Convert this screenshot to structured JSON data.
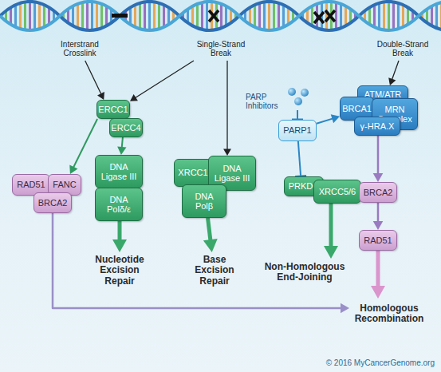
{
  "diagram": {
    "nodes": [
      {
        "text": [
          "Interstrand Crosslink"
        ]
      },
      {
        "text": [
          "Single-Strand Break"
        ]
      },
      {
        "text": [
          "Double-Strand Break"
        ]
      },
      {
        "text": [
          "ERCC1"
        ]
      },
      {
        "text": [
          "ERCC4"
        ]
      },
      {
        "text": [
          "RAD51"
        ]
      },
      {
        "text": [
          "FANC"
        ]
      },
      {
        "text": [
          "BRCA2"
        ]
      },
      {
        "text": [
          "DNA Ligase III"
        ]
      },
      {
        "text": [
          "DNA Polδ/ε"
        ]
      },
      {
        "text": [
          "XRCC1"
        ]
      },
      {
        "text": [
          "DNA Ligase III"
        ]
      },
      {
        "text": [
          "DNA Polβ"
        ]
      },
      {
        "text": [
          "PARP Inhibitors"
        ]
      },
      {
        "text": [
          "PARP1"
        ]
      },
      {
        "text": [
          "ATM/ATR"
        ]
      },
      {
        "text": [
          "BRCA1"
        ]
      },
      {
        "text": [
          "MRN Complex"
        ]
      },
      {
        "text": [
          "γ-HRA.X"
        ]
      },
      {
        "text": [
          "PRKDC"
        ]
      },
      {
        "text": [
          "XRCC5/6"
        ]
      },
      {
        "text": [
          "BRCA2"
        ]
      },
      {
        "text": [
          "RAD51"
        ]
      },
      {
        "text": [
          "Nucleotide Excision Repair"
        ]
      },
      {
        "text": [
          "Base Excision Repair"
        ]
      },
      {
        "text": [
          "Non-Homologous End-Joining"
        ]
      },
      {
        "text": [
          "Homologous Recombination"
        ]
      }
    ],
    "edges": [
      {
        "from": 0,
        "to": 3,
        "arrow": "to"
      },
      {
        "from": 1,
        "to": 3,
        "arrow": "to"
      },
      {
        "from": 1,
        "to": 11,
        "arrow": "to"
      },
      {
        "from": 2,
        "to": 15,
        "arrow": "to"
      },
      {
        "from": 3,
        "to": 6,
        "arrow": "to"
      },
      {
        "from": 4,
        "to": 8,
        "arrow": "to"
      },
      {
        "from": 9,
        "to": 23,
        "arrow": "to"
      },
      {
        "from": 12,
        "to": 24,
        "arrow": "to"
      },
      {
        "from": 13,
        "to": 14,
        "arrow": "to"
      },
      {
        "from": 14,
        "to": 19,
        "arrow": "to"
      },
      {
        "from": 14,
        "to": 16,
        "arrow": "to"
      },
      {
        "from": 20,
        "to": 25,
        "arrow": "to"
      },
      {
        "from": 18,
        "to": 21,
        "arrow": "to"
      },
      {
        "from": 21,
        "to": 22,
        "arrow": "to"
      },
      {
        "from": 22,
        "to": 26,
        "arrow": "to"
      },
      {
        "from": 7,
        "to": 26,
        "arrow": "to"
      }
    ],
    "labels": [
      "© 2016 MyCancerGenome.org"
    ]
  }
}
